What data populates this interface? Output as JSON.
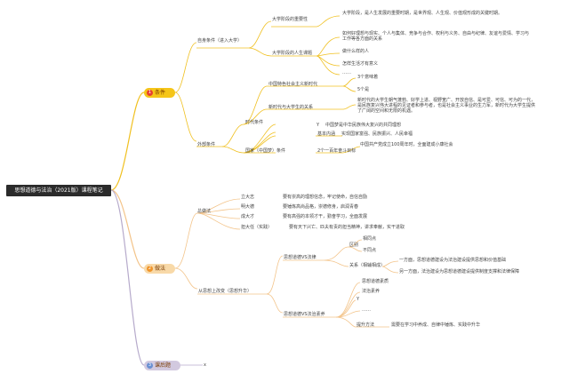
{
  "root": {
    "title": "思想道德与法治（2021版）课程笔记"
  },
  "colors": {
    "b1": "#f5c518",
    "b2": "#f8d9a8",
    "b3": "#d2c9df",
    "num1": "#e8402f",
    "num2": "#f0952b",
    "num3": "#6a8fd2"
  },
  "b1": {
    "num": "1",
    "label": "条件",
    "n1": {
      "label": "自身条件（进入大学）",
      "c1": {
        "label": "大学阶段的重要性",
        "d1": "大学阶段，是人生发展的重要时期，是世界观、人生观、价值观形成的关键时期。"
      },
      "c2": {
        "label": "大学阶段的人生课题",
        "d1": "如何好理想与现实、个人与集体、竞争与合作、权利与义务、自由与纪律、友谊与爱情、学习与工作等各方面的关系",
        "d2": "做什么样的人",
        "d3": "怎样生活才有意义",
        "d4": "……"
      }
    },
    "n2": {
      "label": "外部条件",
      "c1": {
        "label": "时代条件",
        "d1": {
          "label": "中国特色社会主义新时代",
          "e1": "3个意味着",
          "e2": "5个是"
        },
        "d2": {
          "label": "新时代与大学生的关系",
          "e1": "新时代的大学生朝气蓬勃、好学上进、视野宽广、开放自信、是可爱、可信、可为的一代，是民族复兴伟大进程的见证者和参与者，也是社会主义事业的生力军，新时代为大学生提供了广阔的空间和无限的机遇。"
        }
      },
      "c2": {
        "label": "国家（中国梦）条件",
        "d0": "Y",
        "d1": "中国梦是中华民族伟大复兴的共同理想",
        "d2": {
          "label": "基本内涵",
          "e1": "实现国家富强、民族振兴、人民幸福"
        },
        "d3": {
          "label": "2个一百年奋斗目标",
          "e1": "中国共产党成立100周年时，全面建成小康社会"
        }
      }
    }
  },
  "b2": {
    "num": "2",
    "label": "做法",
    "n1": {
      "label": "总做法",
      "items": [
        {
          "label": "立大志",
          "desc": "要有崇高的理想信念，牢记使命，自信自励"
        },
        {
          "label": "明大德",
          "desc": "要锤炼高尚品格，崇德修身，启润青春"
        },
        {
          "label": "成大才",
          "desc": "要有高强的本领才干，勤奋学习，全面发展"
        },
        {
          "label": "担大任（实践）",
          "desc": "要有天下兴亡、匹夫有责的担当精神，讲求奉献，实干进取"
        }
      ]
    },
    "n2": {
      "label": "从思想上改变（思想升华）",
      "c1": {
        "label": "思想道德VS法律",
        "d1": {
          "label": "区别",
          "e1": "相同点",
          "e2": "不同点"
        },
        "d2": {
          "label": "关系（相辅相成）",
          "e1": "一方面，思想道德建设为法治建设提供思想和价值基础",
          "e2": "另一方面，法治建设为思想道德建设提供制度支撑和法律保障"
        }
      },
      "c2": {
        "label": "思想道德VS法治素养",
        "d0": "Y",
        "d1": "思想道德素质",
        "d2": "法治素养",
        "d3": "……",
        "d4": {
          "label": "提升方法",
          "e1": "需要在学习中养成、自律中锤炼、实践中升华"
        }
      }
    }
  },
  "b3": {
    "num": "3",
    "label": "课后题",
    "x": "x"
  }
}
